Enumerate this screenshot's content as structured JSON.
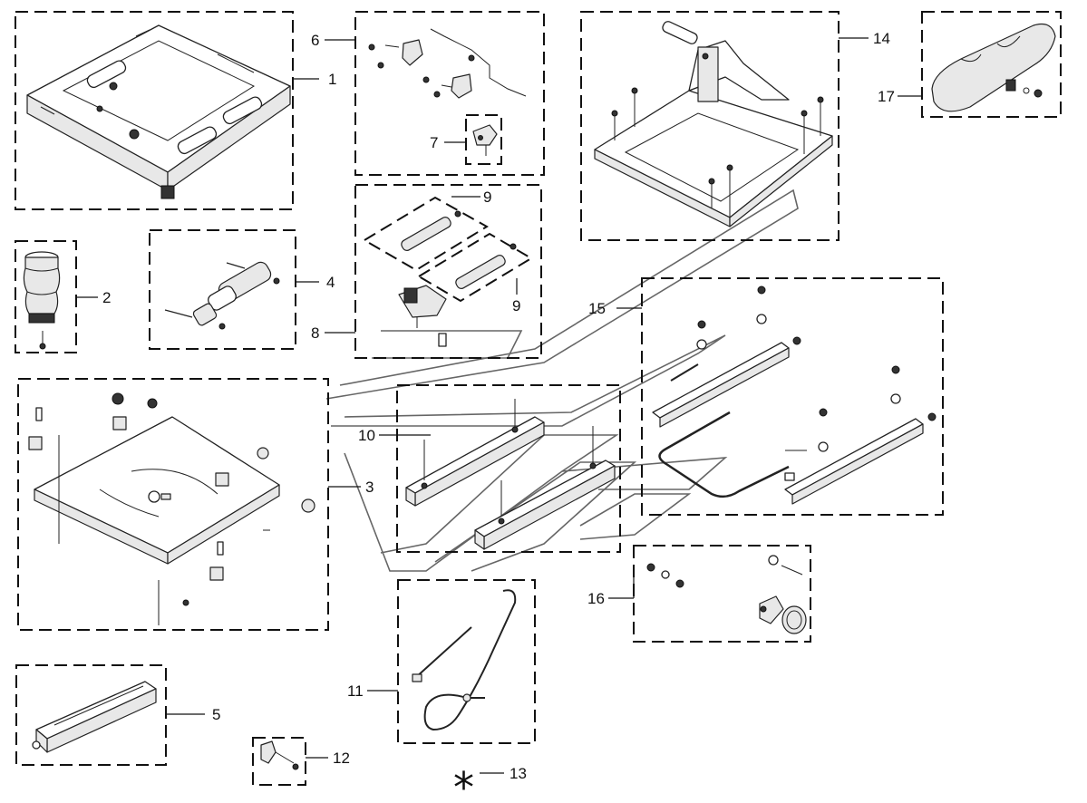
{
  "callouts": {
    "c1": "1",
    "c2": "2",
    "c3": "3",
    "c4": "4",
    "c5": "5",
    "c6": "6",
    "c7": "7",
    "c8": "8",
    "c9a": "9",
    "c9b": "9",
    "c10": "10",
    "c11": "11",
    "c12": "12",
    "c13": "13",
    "c14": "14",
    "c15": "15",
    "c16": "16",
    "c17": "17"
  },
  "marker": {
    "symbol": "*"
  }
}
